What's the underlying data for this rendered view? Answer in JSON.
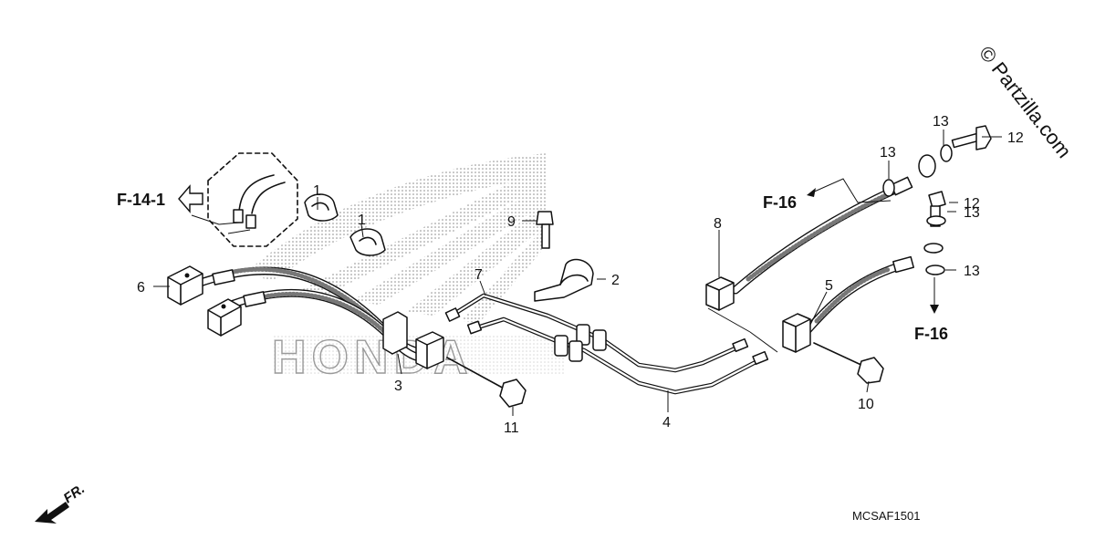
{
  "diagram": {
    "code": "MCSAF1501",
    "copyright": "© Partzilla.com",
    "direction_label": "FR.",
    "watermark_text": "HONDA",
    "section_refs": [
      "F-14-1",
      "F-16",
      "F-16"
    ],
    "callouts": [
      "1",
      "1",
      "2",
      "3",
      "4",
      "5",
      "6",
      "7",
      "8",
      "9",
      "10",
      "11",
      "12",
      "12",
      "13",
      "13",
      "13",
      "13"
    ]
  }
}
